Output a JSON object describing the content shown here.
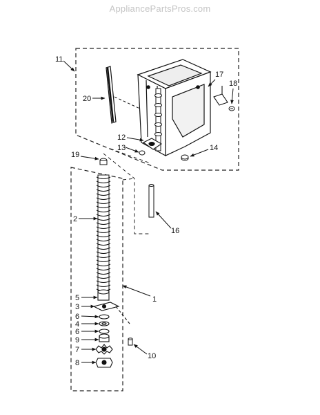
{
  "watermark": "AppliancePartsPros.com",
  "callouts": [
    {
      "id": "11",
      "label": "11"
    },
    {
      "id": "20",
      "label": "20"
    },
    {
      "id": "17",
      "label": "17"
    },
    {
      "id": "18",
      "label": "18"
    },
    {
      "id": "12",
      "label": "12"
    },
    {
      "id": "13",
      "label": "13"
    },
    {
      "id": "14",
      "label": "14"
    },
    {
      "id": "19",
      "label": "19"
    },
    {
      "id": "2",
      "label": "2"
    },
    {
      "id": "16",
      "label": "16"
    },
    {
      "id": "1",
      "label": "1"
    },
    {
      "id": "5",
      "label": "5"
    },
    {
      "id": "3",
      "label": "3"
    },
    {
      "id": "6a",
      "label": "6"
    },
    {
      "id": "4",
      "label": "4"
    },
    {
      "id": "6b",
      "label": "6"
    },
    {
      "id": "9",
      "label": "9"
    },
    {
      "id": "7",
      "label": "7"
    },
    {
      "id": "8",
      "label": "8"
    },
    {
      "id": "10",
      "label": "10"
    }
  ]
}
